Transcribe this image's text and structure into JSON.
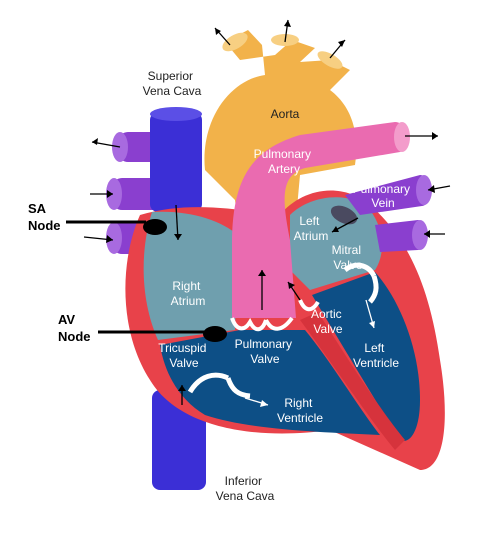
{
  "labels": {
    "superior_vena_cava": [
      "Superior",
      "Vena Cava"
    ],
    "aorta": "Aorta",
    "pulmonary_artery": [
      "Pulmonary",
      "Artery"
    ],
    "pulmonary_vein": [
      "Pulmonary",
      "Vein"
    ],
    "left_atrium": [
      "Left",
      "Atrium"
    ],
    "mitral_valve": [
      "Mitral",
      "Valve"
    ],
    "right_atrium": [
      "Right",
      "Atrium"
    ],
    "aortic_valve": [
      "Aortic",
      "Valve"
    ],
    "left_ventricle": [
      "Left",
      "Ventricle"
    ],
    "tricuspid_valve": [
      "Tricuspid",
      "Valve"
    ],
    "pulmonary_valve": [
      "Pulmonary",
      "Valve"
    ],
    "right_ventricle": [
      "Right",
      "Ventricle"
    ],
    "inferior_vena_cava": [
      "Inferior",
      "Vena Cava"
    ],
    "sa_node": [
      "SA",
      "Node"
    ],
    "av_node": [
      "AV",
      "Node"
    ]
  },
  "colors": {
    "vena_cava": "#3b2fd6",
    "aorta": "#f2b24a",
    "pulmonary_artery": "#ea6bb0",
    "pulmonary_vein": "#8a3fcf",
    "myocardium": "#e8424a",
    "right_atrium": "#6f9fae",
    "left_atrium": "#6f9fae",
    "ventricle": "#0d4f86",
    "valve": "#ffffff"
  }
}
